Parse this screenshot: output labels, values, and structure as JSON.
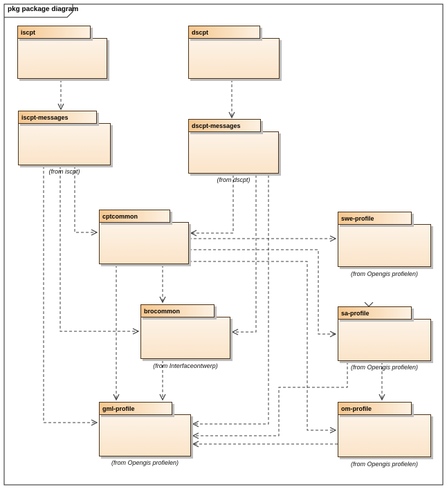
{
  "frame": {
    "label": "pkg package diagram"
  },
  "packages": {
    "iscpt": {
      "name": "iscpt"
    },
    "dscpt": {
      "name": "dscpt"
    },
    "iscpt_messages": {
      "name": "iscpt-messages",
      "from": "(from iscpt)"
    },
    "dscpt_messages": {
      "name": "dscpt-messages",
      "from": "(from dscpt)"
    },
    "cptcommon": {
      "name": "cptcommon"
    },
    "swe_profile": {
      "name": "swe-profile",
      "from": "(from Opengis profielen)"
    },
    "brocommon": {
      "name": "brocommon",
      "from": "(from Interfaceontwerp)"
    },
    "sa_profile": {
      "name": "sa-profile",
      "from": "(from Opengis profielen)"
    },
    "gml_profile": {
      "name": "gml-profile",
      "from": "(from Opengis profielen)"
    },
    "om_profile": {
      "name": "om-profile",
      "from": "(from Opengis profielen)"
    }
  },
  "dependencies": [
    {
      "from": "iscpt",
      "to": "iscpt-messages"
    },
    {
      "from": "dscpt",
      "to": "dscpt-messages"
    },
    {
      "from": "iscpt-messages",
      "to": "cptcommon"
    },
    {
      "from": "iscpt-messages",
      "to": "brocommon"
    },
    {
      "from": "iscpt-messages",
      "to": "gml-profile"
    },
    {
      "from": "dscpt-messages",
      "to": "cptcommon"
    },
    {
      "from": "dscpt-messages",
      "to": "brocommon"
    },
    {
      "from": "dscpt-messages",
      "to": "gml-profile"
    },
    {
      "from": "cptcommon",
      "to": "swe-profile"
    },
    {
      "from": "cptcommon",
      "to": "sa-profile"
    },
    {
      "from": "cptcommon",
      "to": "om-profile"
    },
    {
      "from": "cptcommon",
      "to": "brocommon"
    },
    {
      "from": "cptcommon",
      "to": "gml-profile"
    },
    {
      "from": "brocommon",
      "to": "gml-profile"
    },
    {
      "from": "sa-profile",
      "to": "gml-profile"
    },
    {
      "from": "sa-profile",
      "to": "om-profile"
    },
    {
      "from": "om-profile",
      "to": "gml-profile"
    }
  ],
  "colors": {
    "package_tab_gradient_start": "#f6c78f",
    "package_tab_gradient_end": "#fdf1e2",
    "package_body_gradient_start": "#fdf3e7",
    "package_body_gradient_end": "#fbe4c9",
    "package_border": "#4d3319",
    "shadow": "#bdbdbd",
    "connector": "#3c3c3c",
    "background": "#ffffff"
  }
}
